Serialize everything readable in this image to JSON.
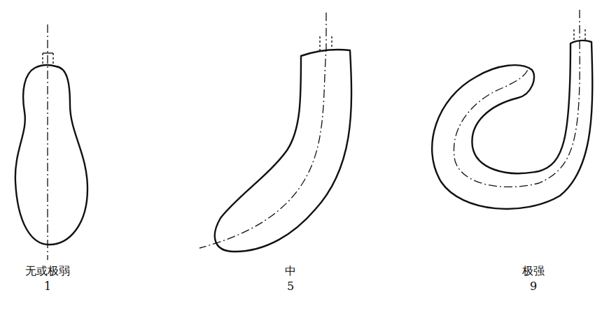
{
  "diagram": {
    "labels": [
      "无或极弱",
      "1",
      "中",
      "5",
      "极强",
      "9"
    ]
  }
}
